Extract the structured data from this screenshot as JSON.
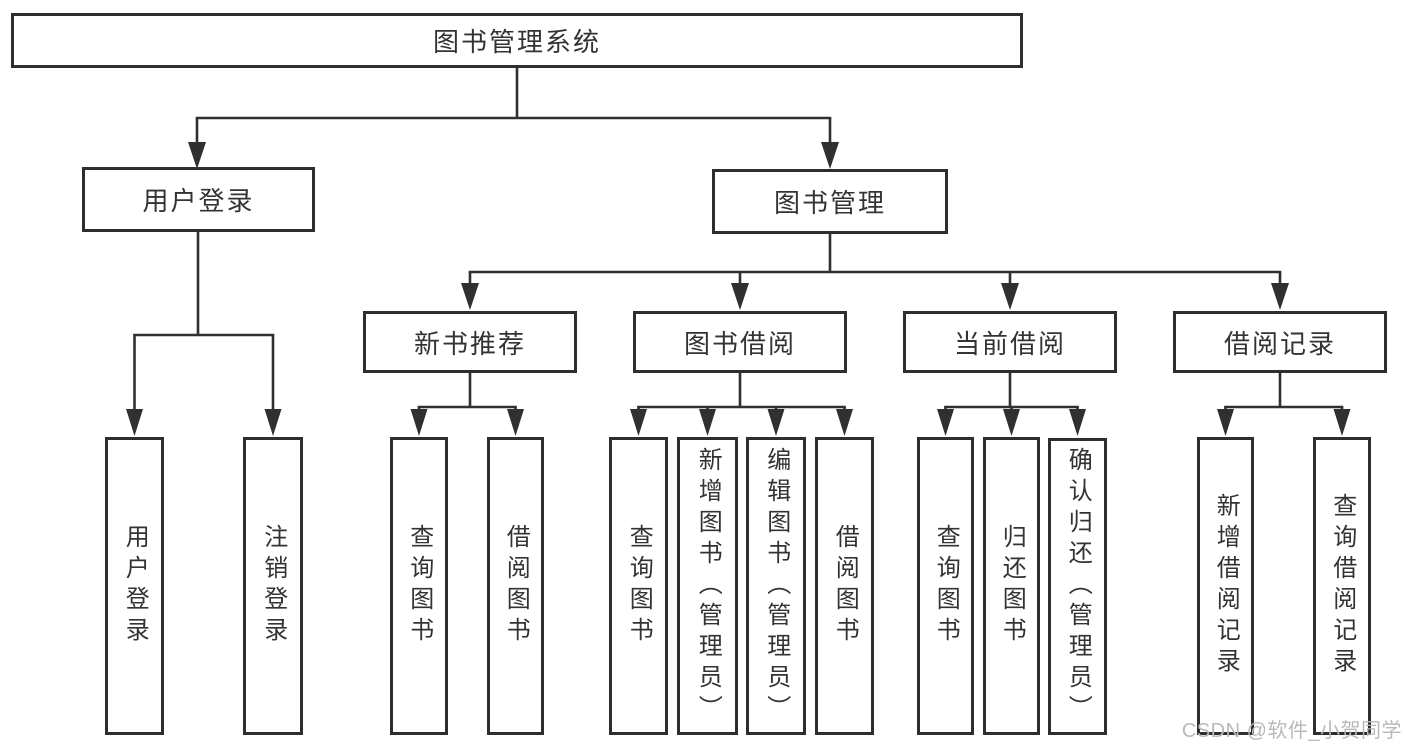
{
  "diagram": {
    "root": {
      "label": "图书管理系统",
      "children": [
        {
          "label": "用户登录",
          "children": [
            {
              "label": "用户登录"
            },
            {
              "label": "注销登录"
            }
          ]
        },
        {
          "label": "图书管理",
          "children": [
            {
              "label": "新书推荐",
              "children": [
                {
                  "label": "查询图书"
                },
                {
                  "label": "借阅图书"
                }
              ]
            },
            {
              "label": "图书借阅",
              "children": [
                {
                  "label": "查询图书"
                },
                {
                  "label": "新增图书（管理员）"
                },
                {
                  "label": "编辑图书（管理员）"
                },
                {
                  "label": "借阅图书"
                }
              ]
            },
            {
              "label": "当前借阅",
              "children": [
                {
                  "label": "查询图书"
                },
                {
                  "label": "归还图书"
                },
                {
                  "label": "确认归还（管理员）"
                }
              ]
            },
            {
              "label": "借阅记录",
              "children": [
                {
                  "label": "新增借阅记录"
                },
                {
                  "label": "查询借阅记录"
                }
              ]
            }
          ]
        }
      ]
    }
  },
  "watermark": {
    "text": "CSDN @软件_小贺同学"
  },
  "colors": {
    "line": "#303030",
    "box_border": "#2e2e2e",
    "text": "#333333",
    "watermark": "#b8b8be",
    "background": "#ffffff"
  }
}
